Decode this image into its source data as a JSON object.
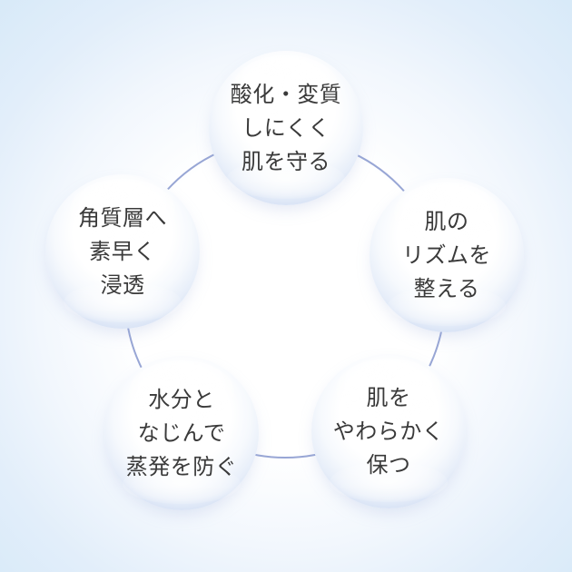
{
  "diagram": {
    "type": "pentagon-bubble-benefits",
    "colors": {
      "background_edge": "#d6e9f8",
      "background_center": "#ffffff",
      "ring_line": "#8696ce",
      "bubble_rim": "#9fb0de",
      "text": "#3a3a3a"
    },
    "bubbles": [
      {
        "position": "top",
        "lines": [
          "酸化・変質",
          "しにくく",
          "肌を守る"
        ]
      },
      {
        "position": "right-upper",
        "lines": [
          "肌の",
          "リズムを",
          "整える"
        ]
      },
      {
        "position": "right-lower",
        "lines": [
          "肌を",
          "やわらかく",
          "保つ"
        ]
      },
      {
        "position": "left-lower",
        "lines": [
          "水分と",
          "なじんで",
          "蒸発を防ぐ"
        ]
      },
      {
        "position": "left-upper",
        "lines": [
          "角質層へ",
          "素早く",
          "浸透"
        ]
      }
    ]
  }
}
